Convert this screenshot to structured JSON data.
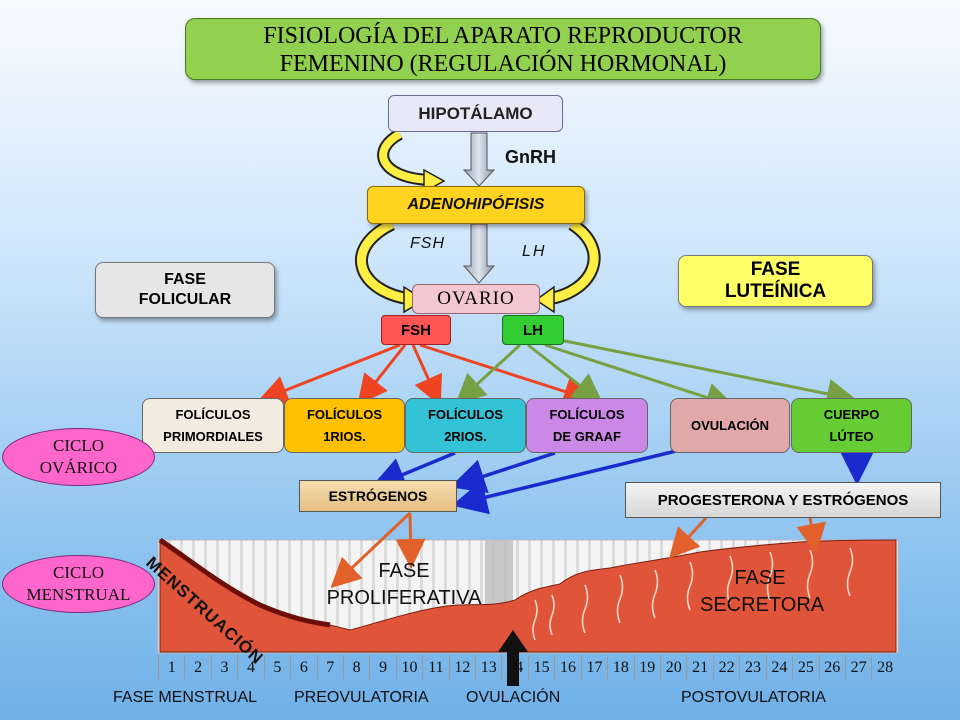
{
  "title_line1": "FISIOLOGÍA DEL APARATO REPRODUCTOR",
  "title_line2": "FEMENINO (REGULACIÓN HORMONAL)",
  "hipotalamo": "HIPOTÁLAMO",
  "gnrh": "GnRH",
  "adenohipofisis": "ADENOHIPÓFISIS",
  "fsh_arrow": "FSH",
  "lh_arrow": "LH",
  "ovario": "OVARIO",
  "fsh": "FSH",
  "lh": "LH",
  "fase_folicular": {
    "line1": "FASE",
    "line2": "FOLICULAR"
  },
  "fase_luteinica": {
    "line1": "FASE",
    "line2": "LUTEÍNICA"
  },
  "stages": [
    {
      "line1": "FOLÍCULOS",
      "line2": "PRIMORDIALES",
      "color": "#f2ece0"
    },
    {
      "line1": "FOLÍCULOS",
      "line2": "1RIOS.",
      "color": "#ffc000"
    },
    {
      "line1": "FOLÍCULOS",
      "line2": "2RIOS.",
      "color": "#33c3d6"
    },
    {
      "line1": "FOLÍCULOS",
      "line2": "DE GRAAF",
      "color": "#cc88e6"
    },
    {
      "line1": "OVULACIÓN",
      "line2": "",
      "color": "#e0a8a8"
    },
    {
      "line1": "CUERPO",
      "line2": "LÚTEO",
      "color": "#66cc33"
    }
  ],
  "ciclo_ovarico": {
    "line1": "CICLO",
    "line2": "OVÁRICO"
  },
  "ciclo_menstrual": {
    "line1": "CICLO",
    "line2": "MENSTRUAL"
  },
  "estrogenos": "ESTRÓGENOS",
  "progesterona": "PROGESTERONA Y ESTRÓGENOS",
  "menstruacion": "MENSTRUACIÓN",
  "fase_proliferativa": {
    "line1": "FASE",
    "line2": "PROLIFERATIVA"
  },
  "fase_secretora": {
    "line1": "FASE",
    "line2": "SECRETORA"
  },
  "days": [
    "1",
    "2",
    "3",
    "4",
    "5",
    "6",
    "7",
    "8",
    "9",
    "10",
    "11",
    "12",
    "13",
    "14",
    "15",
    "16",
    "17",
    "18",
    "19",
    "20",
    "21",
    "22",
    "23",
    "24",
    "25",
    "26",
    "27",
    "28"
  ],
  "bottom_labels": [
    "FASE MENSTRUAL",
    "PREOVULATORIA",
    "OVULACIÓN",
    "POSTOVULATORIA"
  ],
  "colors": {
    "fsh_arrow": "#ee4422",
    "lh_arrow": "#77a044",
    "blue_arrow": "#1a2acc",
    "orange_arrow": "#e2602a",
    "endometrium": "#e0553a"
  }
}
